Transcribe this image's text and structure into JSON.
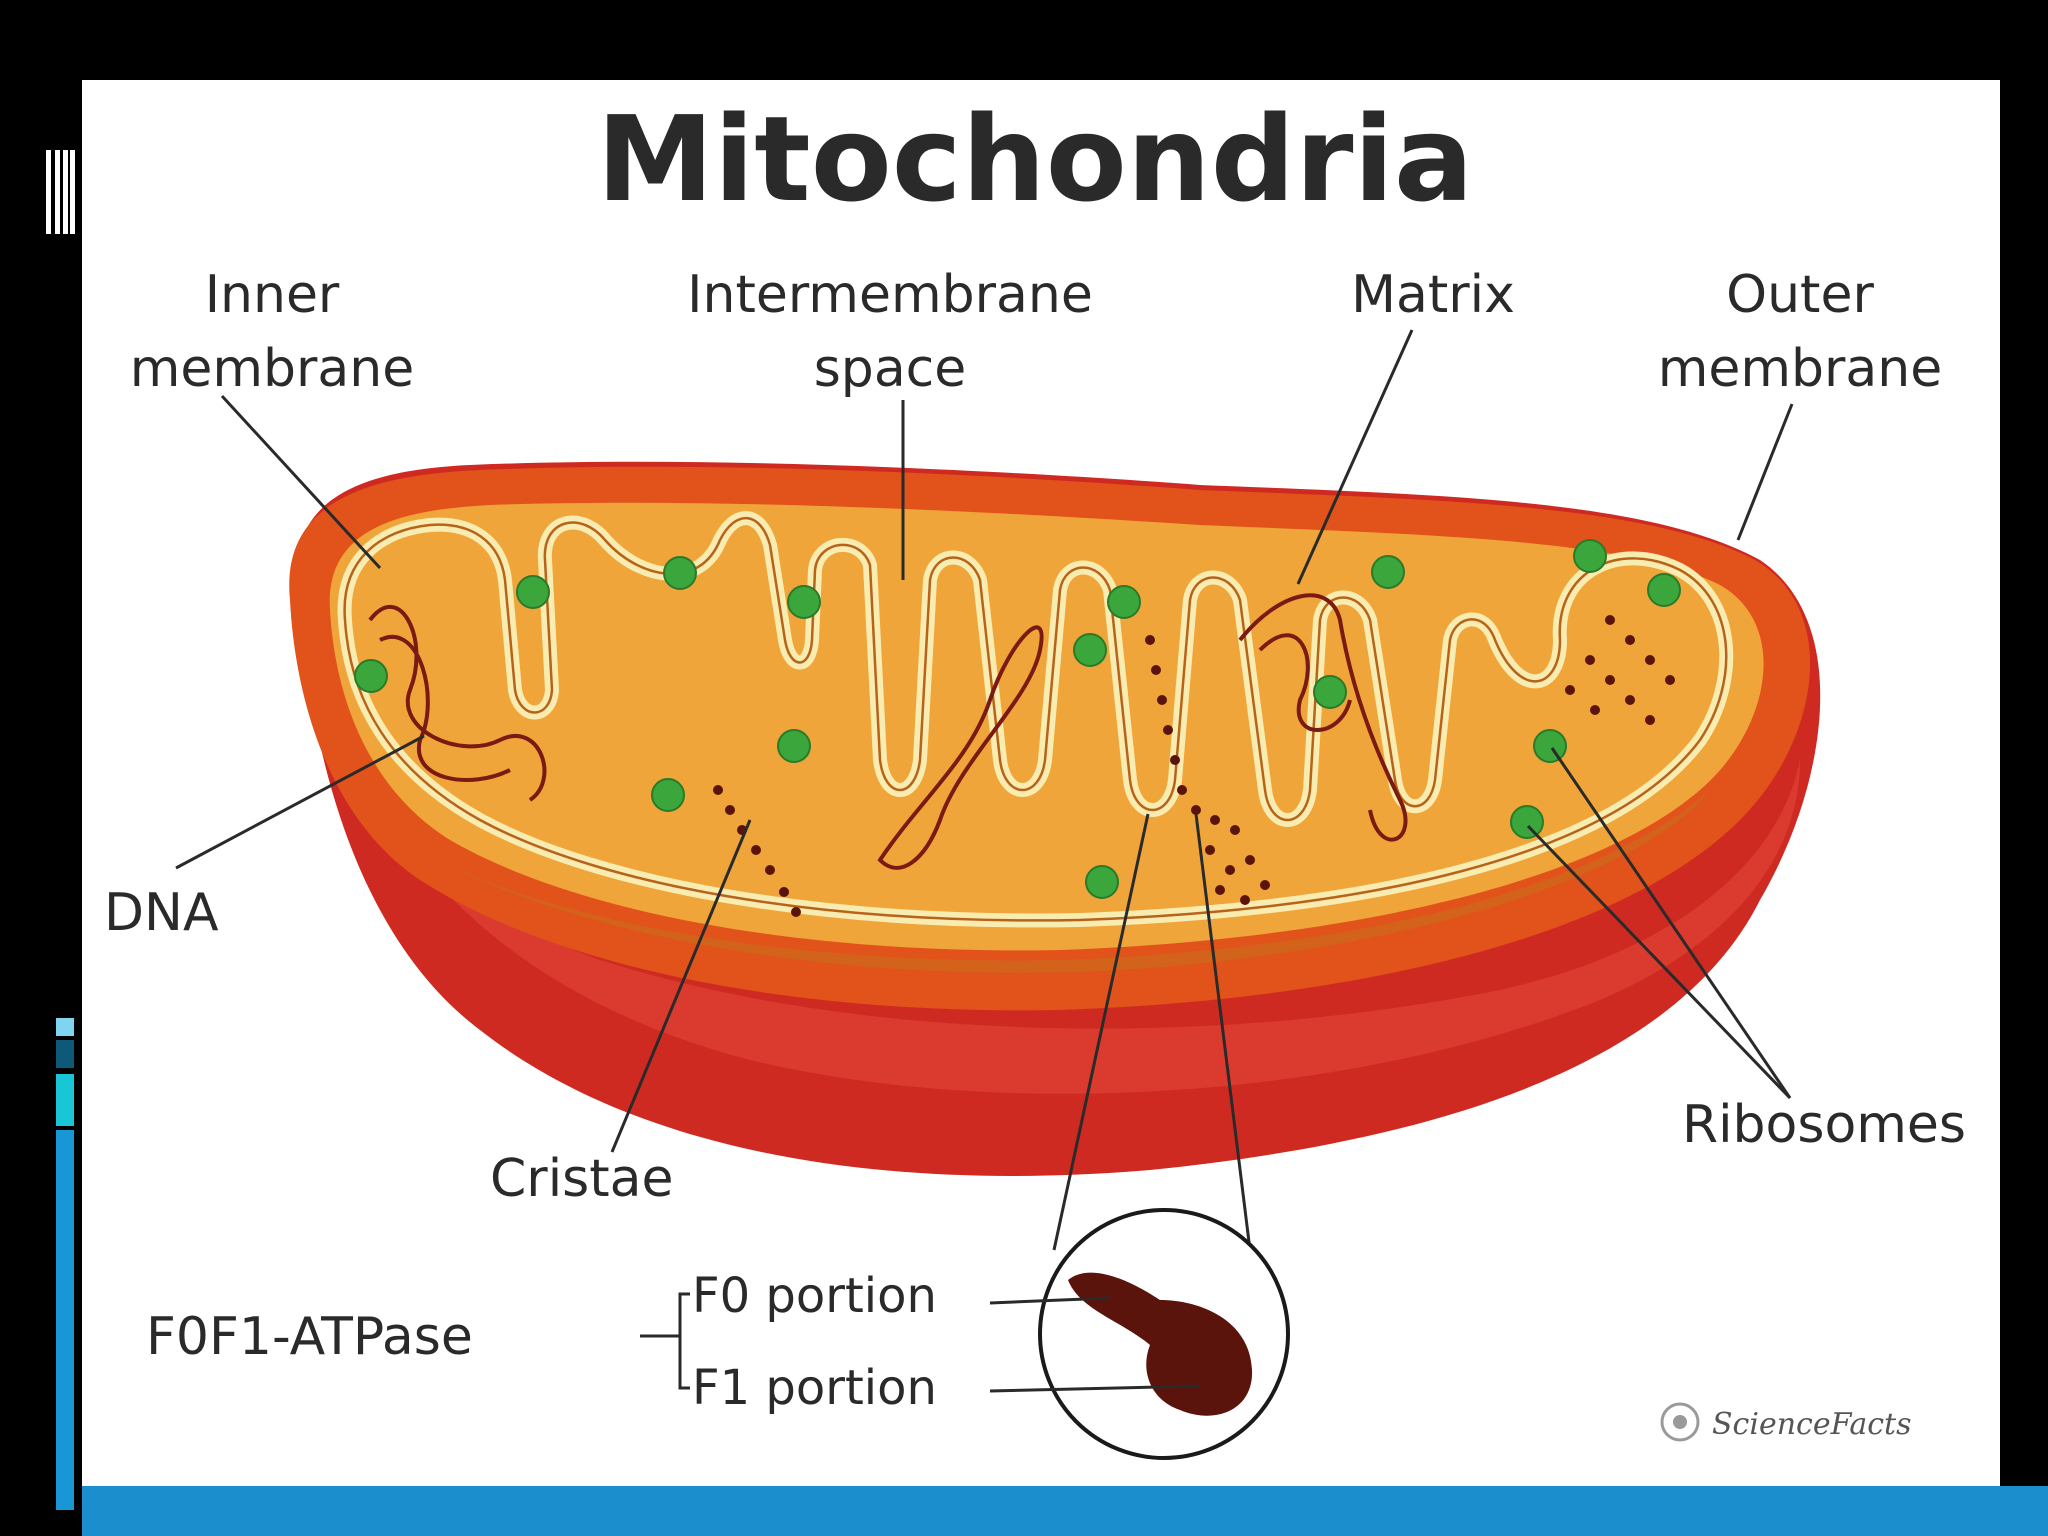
{
  "title": "Mitochondria",
  "labels": {
    "inner_membrane_1": "Inner",
    "inner_membrane_2": "membrane",
    "intermembrane_1": "Intermembrane",
    "intermembrane_2": "space",
    "matrix": "Matrix",
    "outer_membrane_1": "Outer",
    "outer_membrane_2": "membrane",
    "dna": "DNA",
    "ribosomes": "Ribosomes",
    "cristae": "Cristae",
    "atpase": "F0F1-ATPase",
    "f0_portion": "F0 portion",
    "f1_portion": "F1 portion"
  },
  "credit": "ScienceFacts",
  "colors": {
    "outer_membrane": "#d8342a",
    "intermembrane": "#e0561c",
    "matrix": "#f0a63a",
    "inner_membrane": "#fbefb8",
    "ribosome": "#3aa63c",
    "dna": "#7a1a12",
    "atpase": "#5a140c",
    "accent_bar": "#1b8fcd"
  }
}
